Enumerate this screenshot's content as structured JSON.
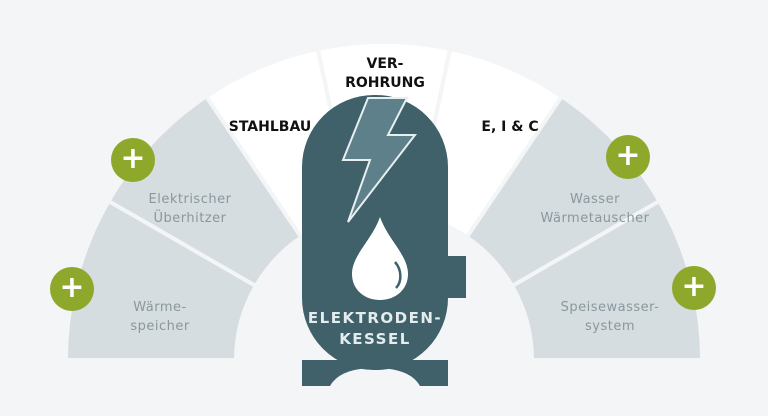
{
  "segments": {
    "waermespeicher": [
      "Wärme-",
      "speicher"
    ],
    "ueberhitzer": [
      "Elektrischer",
      "Überhitzer"
    ],
    "stahlbau": "STAHLBAU",
    "verrohrung": [
      "VER-",
      "ROHRUNG"
    ],
    "eic": "E, I & C",
    "waermetauscher": [
      "Wasser",
      "Wärmetauscher"
    ],
    "speisewasser": [
      "Speisewasser-",
      "system"
    ]
  },
  "boiler": [
    "ELEKTRODEN-",
    "KESSEL"
  ],
  "plus_symbol": "+",
  "colors": {
    "background": "#f3f5f6",
    "optional": "#d5dde1",
    "core": "#ffffff",
    "boiler": "#40606a",
    "accent": "#8da82a"
  }
}
